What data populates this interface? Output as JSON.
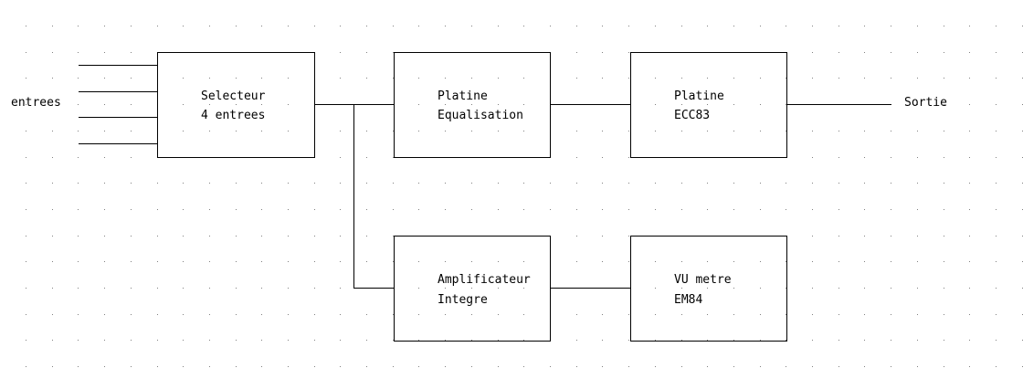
{
  "diagram": {
    "input_label": "entrees",
    "output_label": "Sortie",
    "blocks": {
      "selector": {
        "line1": "Selecteur",
        "line2": "4 entrees"
      },
      "equalisation": {
        "line1": "Platine",
        "line2": "Equalisation"
      },
      "ecc83": {
        "line1": "Platine",
        "line2": "ECC83"
      },
      "amplifier": {
        "line1": "Amplificateur",
        "line2": "Integre"
      },
      "vu_meter": {
        "line1": "VU metre",
        "line2": "EM84"
      }
    }
  },
  "colors": {
    "background": "#ffffff",
    "stroke": "#000000",
    "grid_dot": "#808080"
  }
}
